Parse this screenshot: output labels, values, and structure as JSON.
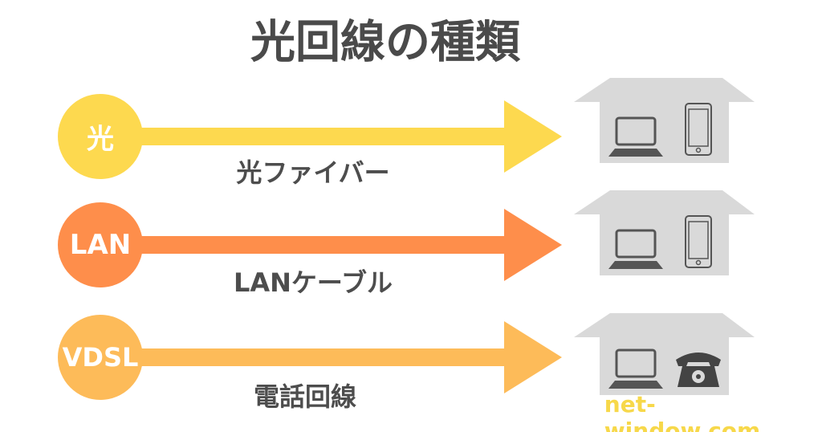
{
  "title": "光回線の種類",
  "rows": [
    {
      "badge": "光",
      "label": "光ファイバー",
      "color": "#fdd94f",
      "devices": [
        "laptop-icon",
        "smartphone-icon"
      ]
    },
    {
      "badge": "LAN",
      "label": "LANケーブル",
      "color": "#fe8e4b",
      "devices": [
        "laptop-icon",
        "smartphone-icon"
      ]
    },
    {
      "badge": "VDSL",
      "label": "電話回線",
      "color": "#fdbb59",
      "devices": [
        "laptop-icon",
        "telephone-icon"
      ]
    }
  ],
  "watermark": "net-window.com"
}
